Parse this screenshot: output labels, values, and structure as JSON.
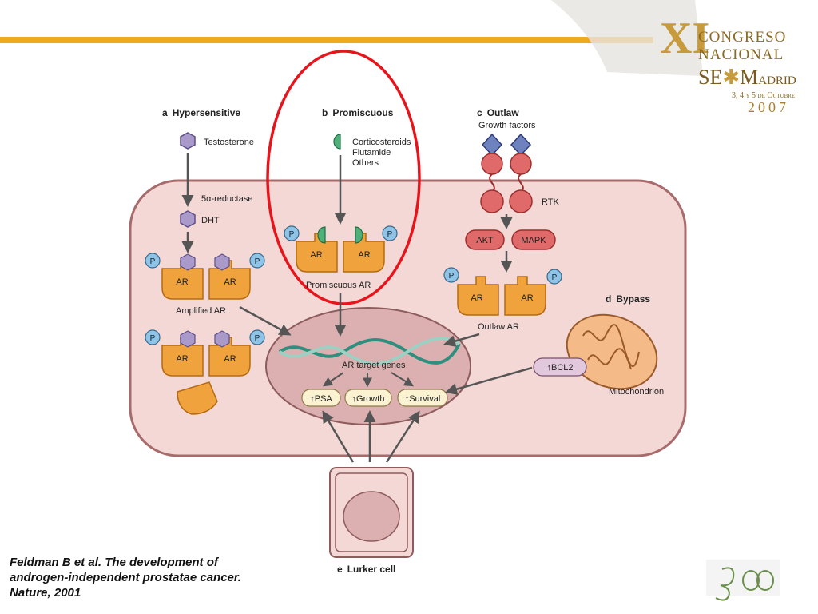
{
  "header": {
    "roman": "XI",
    "line1": "CONGRESO",
    "line2": "NACIONAL",
    "org_a": "SE",
    "org_b": "M",
    "org_c": "ADRID",
    "dates": "3, 4 y 5 de Octubre",
    "year": "2007"
  },
  "panels": {
    "a": {
      "letter": "a",
      "title": "Hypersensitive"
    },
    "b": {
      "letter": "b",
      "title": "Promiscuous"
    },
    "c": {
      "letter": "c",
      "title": "Outlaw"
    },
    "d": {
      "letter": "d",
      "title": "Bypass"
    },
    "e": {
      "letter": "e",
      "title": "Lurker cell"
    }
  },
  "labels": {
    "testosterone": "Testosterone",
    "reductase": "5α-reductase",
    "dht": "DHT",
    "amplified_ar": "Amplified AR",
    "ligand_line1": "Corticosteroids",
    "ligand_line2": "Flutamide",
    "ligand_line3": "Others",
    "promiscuous_ar": "Promiscuous AR",
    "growth_factors": "Growth factors",
    "rtk": "RTK",
    "akt": "AKT",
    "mapk": "MAPK",
    "outlaw_ar": "Outlaw AR",
    "ar": "AR",
    "p": "P",
    "ar_target_genes": "AR target genes",
    "psa": "PSA",
    "growth": "Growth",
    "survival": "Survival",
    "bcl2": "BCL2",
    "mitochondrion": "Mitochondrion"
  },
  "citation": {
    "line1": "Feldman B et al. The development of",
    "line2": "androgen-independent prostatae cancer.",
    "line3": "Nature, 2001"
  },
  "colors": {
    "header_bar": "#f0a81e",
    "cell_fill": "#f3d8d6",
    "cell_stroke": "#a86b6b",
    "nucleus_fill": "#dcb0b0",
    "receptor": "#f0a23c",
    "highlight_ring": "#e8141b",
    "arrow": "#5a5a5a"
  }
}
